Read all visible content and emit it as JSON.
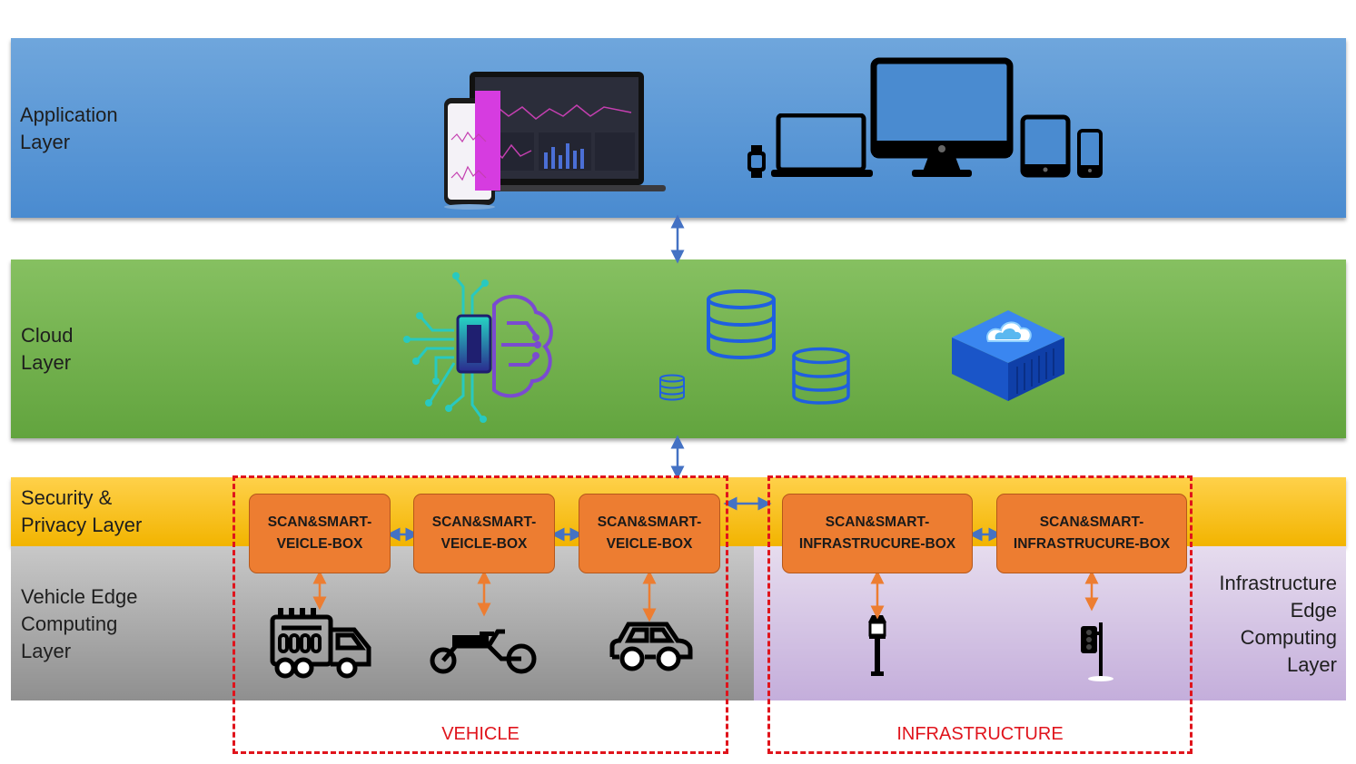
{
  "layers": {
    "application": "Application\nLayer",
    "cloud": "Cloud\nLayer",
    "security": "Security &\nPrivacy Layer",
    "vehicle_edge": "Vehicle Edge\nComputing\n  Layer",
    "infrastructure_edge": "Infrastructure\nEdge\nComputing\nLayer"
  },
  "boxes": {
    "vehicle_1": "SCAN&SMART-\nVEICLE-BOX",
    "vehicle_2": "SCAN&SMART-\nVEICLE-BOX",
    "vehicle_3": "SCAN&SMART-\nVEICLE-BOX",
    "infra_1": "SCAN&SMART-\nINFRASTRUCURE-BOX",
    "infra_2": "SCAN&SMART-\nINFRASTRUCURE-BOX"
  },
  "groups": {
    "vehicle": "VEHICLE",
    "infrastructure": "INFRASTRUCTURE"
  },
  "icons": [
    "dashboard-devices-icon",
    "smartwatch-icon",
    "laptop-icon",
    "desktop-monitor-icon",
    "tablet-icon",
    "smartphone-icon",
    "ai-brain-chip-icon",
    "database-icon",
    "cloud-server-icon",
    "truck-icon",
    "cargo-bike-icon",
    "car-icon",
    "street-lamp-icon",
    "traffic-light-icon"
  ],
  "colors": {
    "application_layer": "#4a8bd0",
    "cloud_layer": "#62a43e",
    "security_layer": "#f2b400",
    "box": "#ed7d31",
    "group_dash": "#e0141c",
    "arrow_blue": "#4472c4",
    "arrow_orange": "#ed7d31"
  }
}
